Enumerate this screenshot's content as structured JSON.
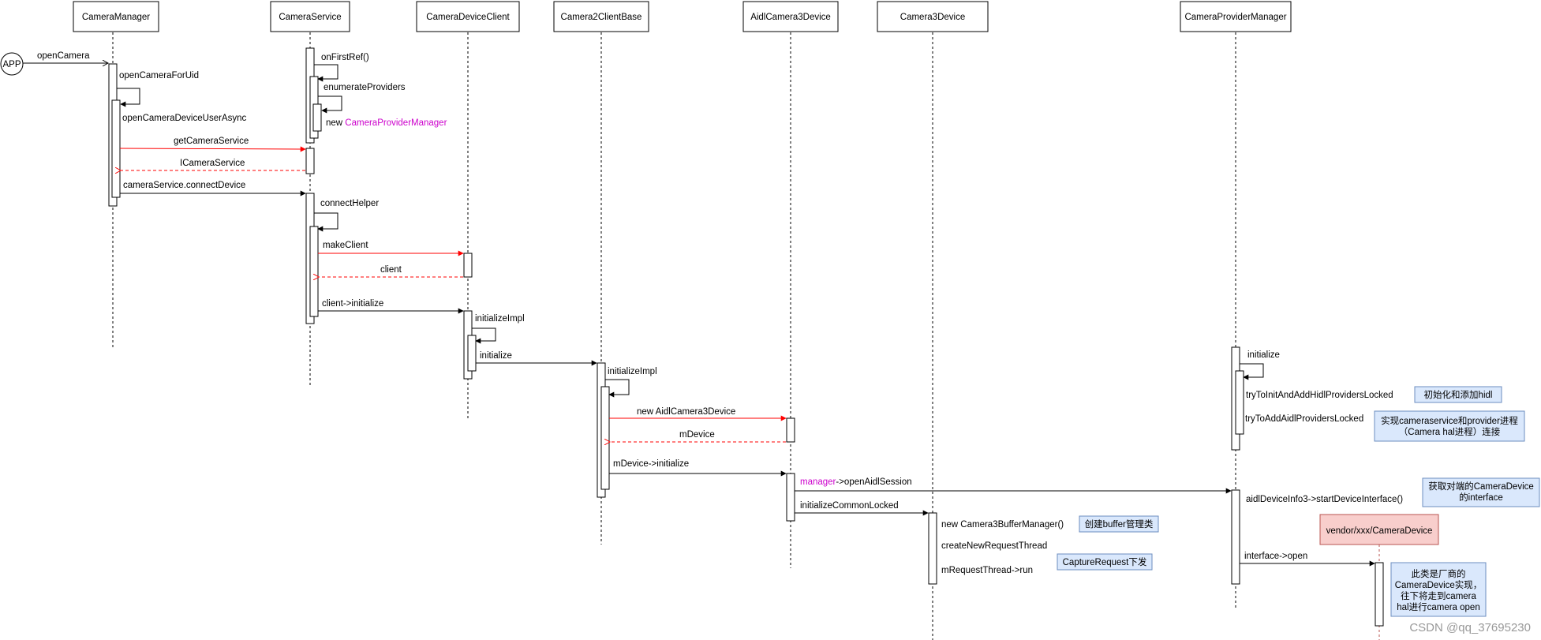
{
  "participants": {
    "camera_manager": "CameraManager",
    "camera_service": "CameraService",
    "camera_device_client": "CameraDeviceClient",
    "camera2_client_base": "Camera2ClientBase",
    "aidl_camera3_device": "AidlCamera3Device",
    "camera3_device": "Camera3Device",
    "camera_provider_manager": "CameraProviderManager",
    "vendor_camera_device": "vendor/xxx/CameraDevice"
  },
  "actor": "APP",
  "messages": {
    "open_camera": "openCamera",
    "open_camera_for_uid": "openCameraForUid",
    "open_camera_device_user_async": "openCameraDeviceUserAsync",
    "get_camera_service": "getCameraService",
    "icamera_service": "ICameraService",
    "camera_service_connect_device": "cameraService.connectDevice",
    "on_first_ref": "onFirstRef()",
    "enumerate_providers": "enumerateProviders",
    "new_prefix": "new ",
    "new_camera_provider_manager": "CameraProviderManager",
    "connect_helper": "connectHelper",
    "make_client": "makeClient",
    "client": "client",
    "client_initialize": "client->initialize",
    "initialize_impl_1": "initializeImpl",
    "initialize": "initialize",
    "initialize_impl_2": "initializeImpl",
    "new_aidl_camera3_device": "new AidlCamera3Device",
    "m_device": "mDevice",
    "m_device_initialize": "mDevice->initialize",
    "manager_prefix": "manager",
    "open_aidl_session": "->openAidlSession",
    "initialize_common_locked": "initializeCommonLocked",
    "new_camera3_buffer_manager": "new Camera3BufferManager()",
    "create_new_request_thread": "createNewRequestThread",
    "m_request_thread_run": "mRequestThread->run",
    "provider_initialize": "initialize",
    "try_to_init_hidl": "tryToInitAndAddHidlProvidersLocked",
    "try_to_add_aidl": "tryToAddAidlProvidersLocked",
    "start_device_interface": "aidlDeviceInfo3->startDeviceInterface()",
    "interface_open": "interface->open"
  },
  "notes": {
    "init_hidl": "初始化和添加hidl",
    "provider_conn_1": "实现cameraservice和provider进程",
    "provider_conn_2": "（Camera hal进程）连接",
    "get_device_1": "获取对端的CameraDevice",
    "get_device_2": "的interface",
    "buffer_mgr": "创建buffer管理类",
    "capture_request": "CaptureRequest下发",
    "vendor_1": "此类是厂商的",
    "vendor_2": "CameraDevice实现，",
    "vendor_3": "往下将走到camera",
    "vendor_4": "hal进行camera open"
  },
  "watermark": "CSDN @qq_37695230",
  "colors": {
    "call_arrow": "#000000",
    "highlight_arrow": "#ff0000",
    "keyword": "#cc00cc",
    "note_fill": "#dae8fc",
    "note_stroke": "#6c8ebf",
    "vendor_fill": "#f8cecc",
    "vendor_stroke": "#b85450"
  }
}
